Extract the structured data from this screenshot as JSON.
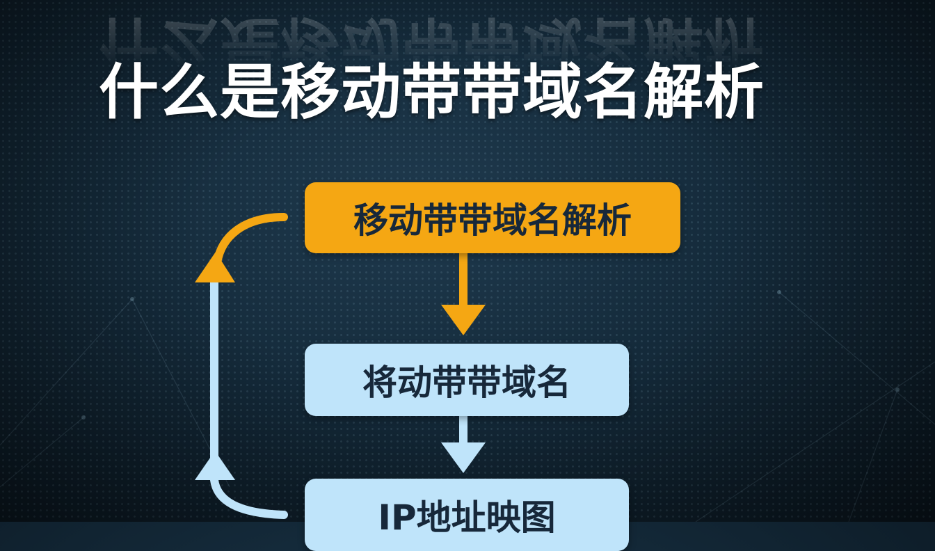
{
  "title": "什么是移动带带域名解析",
  "flow": {
    "step1": "移动带带域名解析",
    "step2": "将动带带域名",
    "step3": "IP地址映图"
  },
  "colors": {
    "step1_fill": "#f5a713",
    "step_fill": "#bfe4fa",
    "arrow_orange": "#f5a713",
    "arrow_blue": "#bfe4fa",
    "background": "#142a3a"
  }
}
